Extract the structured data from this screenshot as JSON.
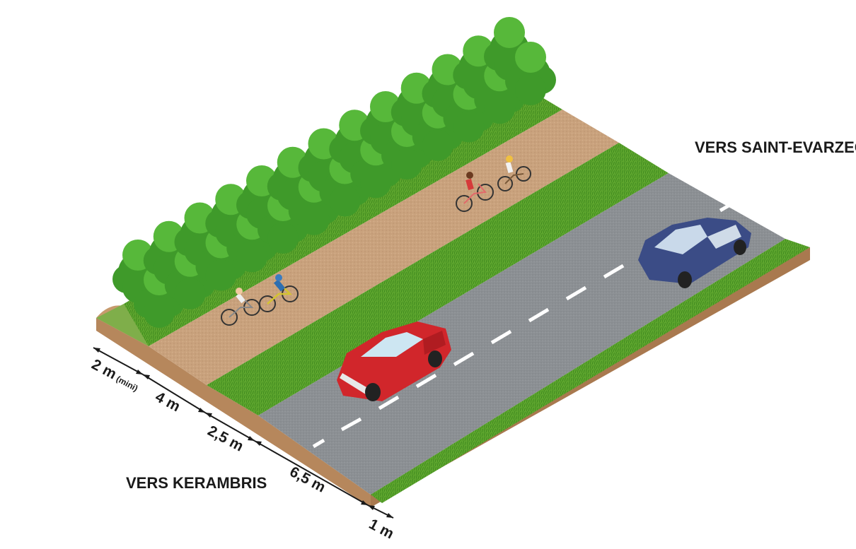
{
  "directions": {
    "north": "VERS SAINT-EVARZEC",
    "south": "VERS KERAMBRIS"
  },
  "dimensions": [
    {
      "value": "2 m",
      "note": "(mini)"
    },
    {
      "value": "4 m"
    },
    {
      "value": "2,5 m"
    },
    {
      "value": "6,5 m"
    },
    {
      "value": "1 m"
    }
  ],
  "colors": {
    "path": "#c8a27e",
    "grass": "#5fa82f",
    "road": "#8e9296",
    "soil": "#b08055",
    "trees": "#3f9a2a",
    "car_front": "#d42a2a",
    "car_back": "#3c4d86"
  }
}
